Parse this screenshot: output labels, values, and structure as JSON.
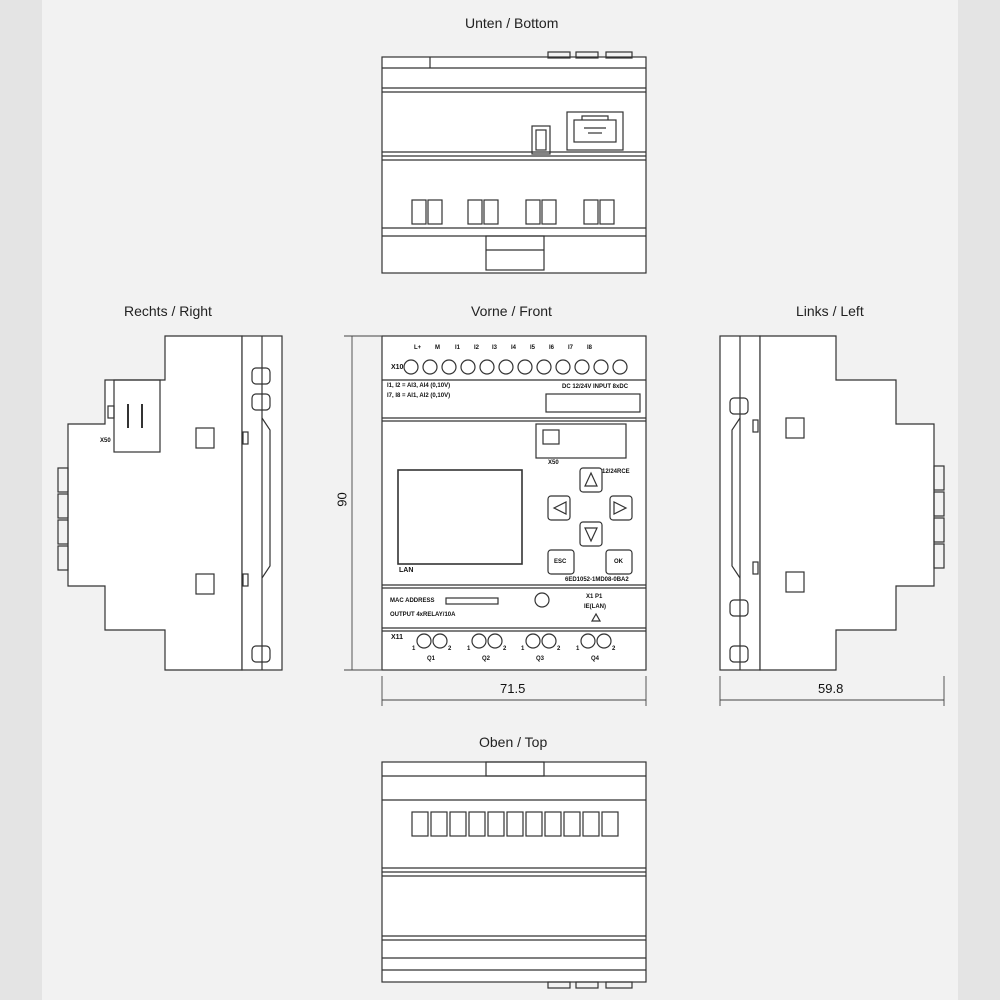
{
  "views": {
    "bottom": "Unten / Bottom",
    "right": "Rechts / Right",
    "front": "Vorne / Front",
    "left": "Links / Left",
    "top": "Oben / Top"
  },
  "dimensions": {
    "height": "90",
    "width": "71.5",
    "depth": "59.8"
  },
  "front_labels": {
    "connector_top": "X10",
    "terminals_top": [
      "L+",
      "M",
      "I1",
      "I2",
      "I3",
      "I4",
      "I5",
      "I6",
      "I7",
      "I8"
    ],
    "analog_line1": "I1, I2 = AI3, AI4 (0,10V)",
    "analog_line2": "I7, I8 = AI1, AI2 (0,10V)",
    "supply": "DC 12/24V INPUT 8xDC",
    "card_slot": "X50",
    "variant": "12/24RCE",
    "esc": "ESC",
    "ok": "OK",
    "lan": "LAN",
    "order_no": "6ED1052-1MD08-0BA2",
    "mac": "MAC ADDRESS",
    "x1": "X1 P1",
    "x1_lan": "IE(LAN)",
    "output": "OUTPUT 4xRELAY/10A",
    "connector_bottom": "X11",
    "outputs": [
      "Q1",
      "Q2",
      "Q3",
      "Q4"
    ],
    "output_pins": [
      "1",
      "2"
    ]
  },
  "side_label": "X50"
}
